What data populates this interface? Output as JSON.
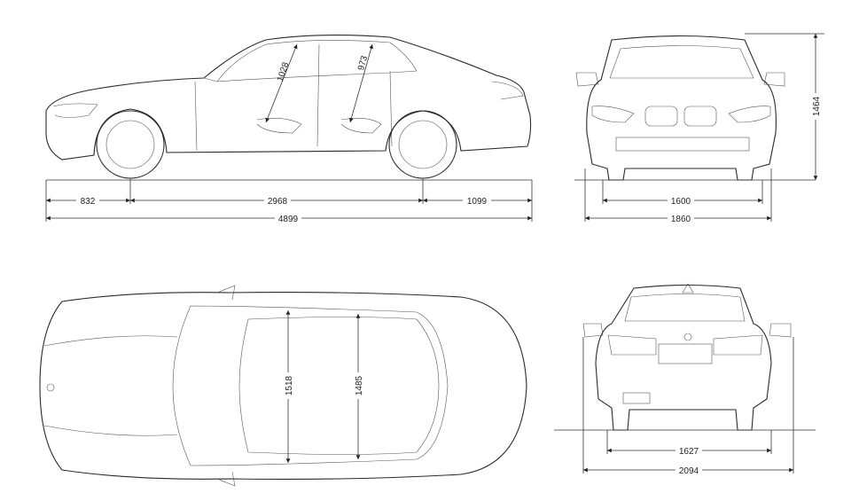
{
  "title": "Sedan dimension blueprint",
  "side_view": {
    "front_overhang": "832",
    "wheelbase": "2968",
    "rear_overhang": "1099",
    "overall_length": "4899",
    "front_headroom": "1028",
    "rear_headroom": "973"
  },
  "front_view": {
    "front_track": "1600",
    "width": "1860",
    "height": "1464"
  },
  "top_view": {
    "front_shoulder_width": "1518",
    "rear_shoulder_width": "1485"
  },
  "rear_view": {
    "rear_track": "1627",
    "width_with_mirrors": "2094"
  }
}
